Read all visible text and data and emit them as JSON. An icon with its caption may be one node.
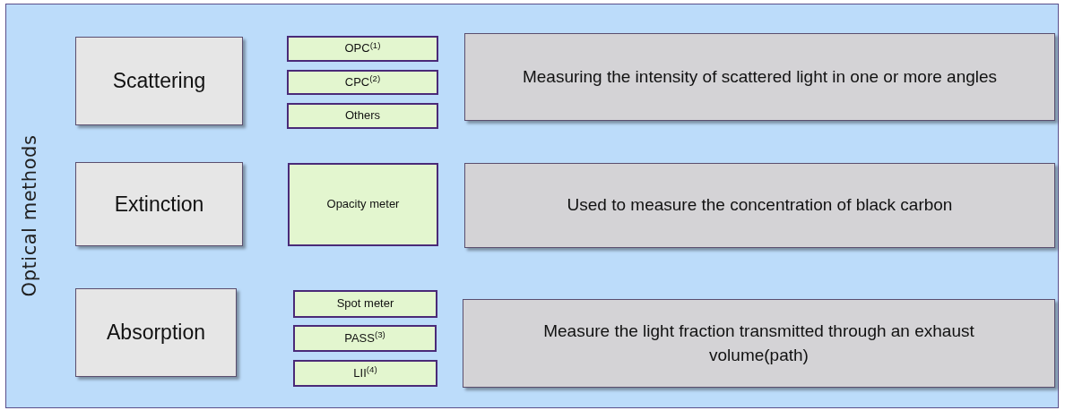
{
  "diagram": {
    "nodes": [
      {
        "text": [
          "Optical methods"
        ]
      },
      {
        "text": [
          "Scattering"
        ],
        "in": 0
      },
      {
        "text": [
          "OPC$^{(1)}$"
        ],
        "in": 0
      },
      {
        "text": [
          "CPC$^{(2)}$"
        ],
        "in": 0
      },
      {
        "text": [
          "Others"
        ],
        "in": 0
      },
      {
        "text": [
          "Measuring the intensity of scattered light in one or more angles"
        ],
        "in": 0
      },
      {
        "text": [
          "Extinction"
        ],
        "in": 0
      },
      {
        "text": [
          "Opacity meter"
        ],
        "in": 0
      },
      {
        "text": [
          "Used to measure the concentration of black carbon"
        ],
        "in": 0
      },
      {
        "text": [
          "Absorption"
        ],
        "in": 0
      },
      {
        "text": [
          "Spot meter"
        ],
        "in": 0
      },
      {
        "text": [
          "PASS$^{(3)}$"
        ],
        "in": 0
      },
      {
        "text": [
          "LII$^{(4)}$"
        ],
        "in": 0
      },
      {
        "text": [
          "Measure the light fraction transmitted through an exhaust volume(path)"
        ],
        "in": 0
      }
    ]
  }
}
